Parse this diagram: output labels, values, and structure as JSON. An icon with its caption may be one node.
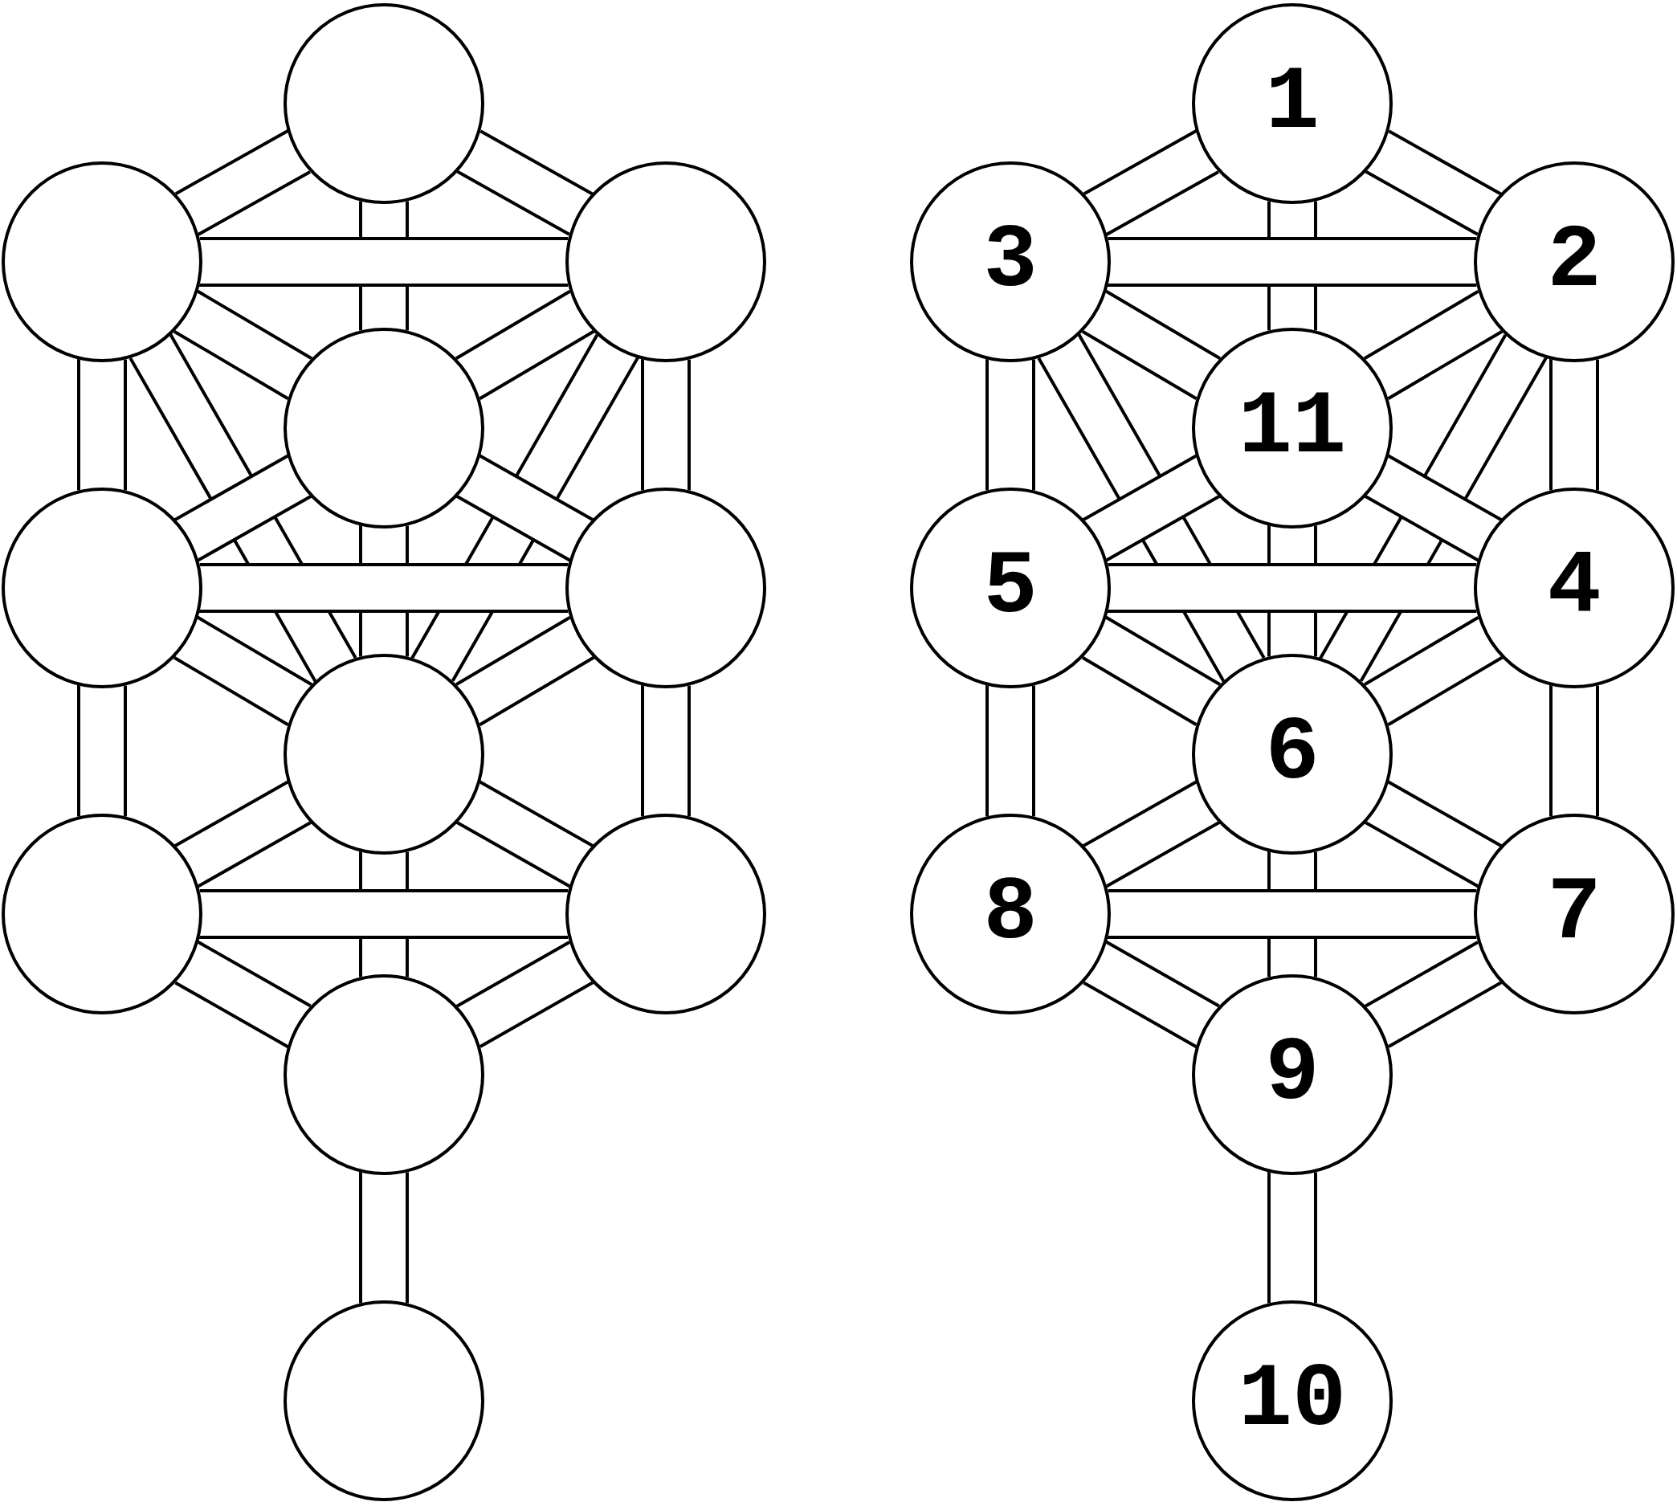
{
  "diagram": {
    "nodes": [
      {
        "text": [],
        "shape": "circle"
      },
      {
        "text": [],
        "shape": "circle"
      },
      {
        "text": [],
        "shape": "circle"
      },
      {
        "text": [],
        "shape": "circle"
      },
      {
        "text": [],
        "shape": "circle"
      },
      {
        "text": [],
        "shape": "circle"
      },
      {
        "text": [],
        "shape": "circle"
      },
      {
        "text": [],
        "shape": "circle"
      },
      {
        "text": [],
        "shape": "circle"
      },
      {
        "text": [],
        "shape": "circle"
      },
      {
        "text": [],
        "shape": "circle"
      },
      {
        "text": [
          "1"
        ]
      },
      {
        "text": [
          "3"
        ]
      },
      {
        "text": [
          "2"
        ]
      },
      {
        "text": [
          "11"
        ]
      },
      {
        "text": [
          "5"
        ]
      },
      {
        "text": [
          "4"
        ]
      },
      {
        "text": [
          "6"
        ]
      },
      {
        "text": [
          "8"
        ]
      },
      {
        "text": [
          "7"
        ]
      },
      {
        "text": [
          "9"
        ]
      },
      {
        "text": [
          "10"
        ]
      }
    ],
    "edges": [
      {
        "from": 0,
        "to": 1,
        "arrow": "none"
      },
      {
        "from": 0,
        "to": 2,
        "arrow": "none"
      },
      {
        "from": 1,
        "to": 3,
        "arrow": "none"
      },
      {
        "from": 2,
        "to": 3,
        "arrow": "none"
      },
      {
        "from": 1,
        "to": 6,
        "arrow": "none"
      },
      {
        "from": 2,
        "to": 6,
        "arrow": "none"
      },
      {
        "from": 3,
        "to": 4,
        "arrow": "none"
      },
      {
        "from": 3,
        "to": 5,
        "arrow": "none"
      },
      {
        "from": 4,
        "to": 6,
        "arrow": "none"
      },
      {
        "from": 5,
        "to": 6,
        "arrow": "none"
      },
      {
        "from": 6,
        "to": 7,
        "arrow": "none"
      },
      {
        "from": 6,
        "to": 8,
        "arrow": "none"
      },
      {
        "from": 7,
        "to": 9,
        "arrow": "none"
      },
      {
        "from": 8,
        "to": 9,
        "arrow": "none"
      },
      {
        "from": 1,
        "to": 4,
        "arrow": "none"
      },
      {
        "from": 4,
        "to": 7,
        "arrow": "none"
      },
      {
        "from": 2,
        "to": 5,
        "arrow": "none"
      },
      {
        "from": 5,
        "to": 8,
        "arrow": "none"
      },
      {
        "from": 0,
        "to": 3,
        "arrow": "none"
      },
      {
        "from": 3,
        "to": 6,
        "arrow": "none"
      },
      {
        "from": 6,
        "to": 9,
        "arrow": "none"
      },
      {
        "from": 9,
        "to": 10,
        "arrow": "none"
      },
      {
        "from": 1,
        "to": 2,
        "arrow": "none"
      },
      {
        "from": 4,
        "to": 5,
        "arrow": "none"
      },
      {
        "from": 7,
        "to": 8,
        "arrow": "none"
      },
      {
        "from": 11,
        "to": 12,
        "arrow": "none"
      },
      {
        "from": 11,
        "to": 13,
        "arrow": "none"
      },
      {
        "from": 12,
        "to": 14,
        "arrow": "none"
      },
      {
        "from": 13,
        "to": 14,
        "arrow": "none"
      },
      {
        "from": 12,
        "to": 17,
        "arrow": "none"
      },
      {
        "from": 13,
        "to": 17,
        "arrow": "none"
      },
      {
        "from": 14,
        "to": 15,
        "arrow": "none"
      },
      {
        "from": 14,
        "to": 16,
        "arrow": "none"
      },
      {
        "from": 15,
        "to": 17,
        "arrow": "none"
      },
      {
        "from": 16,
        "to": 17,
        "arrow": "none"
      },
      {
        "from": 17,
        "to": 18,
        "arrow": "none"
      },
      {
        "from": 17,
        "to": 19,
        "arrow": "none"
      },
      {
        "from": 18,
        "to": 20,
        "arrow": "none"
      },
      {
        "from": 19,
        "to": 20,
        "arrow": "none"
      },
      {
        "from": 12,
        "to": 15,
        "arrow": "none"
      },
      {
        "from": 15,
        "to": 18,
        "arrow": "none"
      },
      {
        "from": 13,
        "to": 16,
        "arrow": "none"
      },
      {
        "from": 16,
        "to": 19,
        "arrow": "none"
      },
      {
        "from": 11,
        "to": 14,
        "arrow": "none"
      },
      {
        "from": 14,
        "to": 17,
        "arrow": "none"
      },
      {
        "from": 17,
        "to": 20,
        "arrow": "none"
      },
      {
        "from": 20,
        "to": 21,
        "arrow": "none"
      },
      {
        "from": 12,
        "to": 13,
        "arrow": "none"
      },
      {
        "from": 15,
        "to": 16,
        "arrow": "none"
      },
      {
        "from": 18,
        "to": 19,
        "arrow": "none"
      }
    ]
  }
}
